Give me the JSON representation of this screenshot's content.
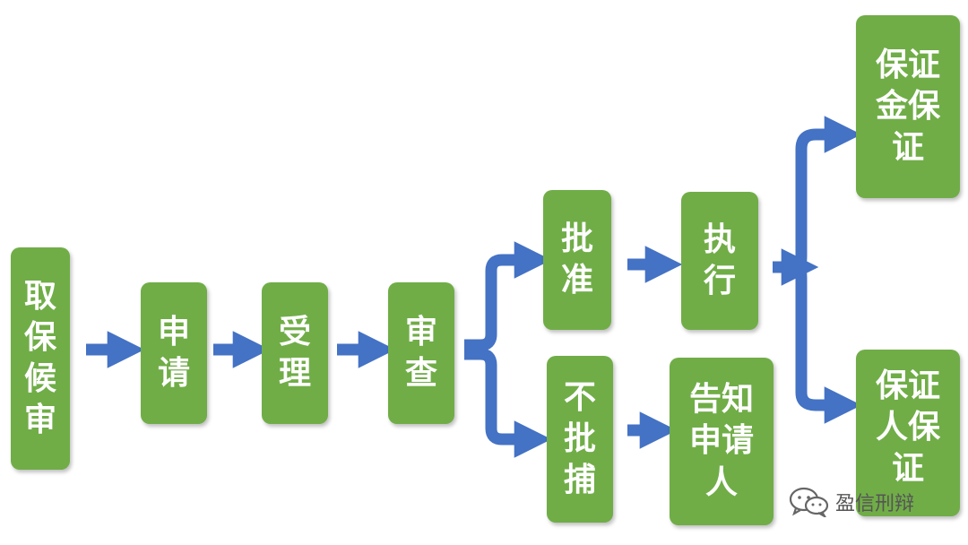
{
  "colors": {
    "node_fill": "#70ad47",
    "node_text": "#ffffff",
    "arrow": "#4472c4",
    "watermark": "#555555"
  },
  "nodes": {
    "qubao": "取保候审",
    "shenqing": "申请",
    "shouli": "受理",
    "shencha": "审查",
    "pizhun": "批准",
    "bupibu": "不批捕",
    "zhixing": "执行",
    "gaozhi": "告知申请人",
    "bzj": "保证金保证",
    "brb": "保证人保证"
  },
  "watermark": {
    "text": "盈信刑辩",
    "icon": "wechat-icon"
  }
}
